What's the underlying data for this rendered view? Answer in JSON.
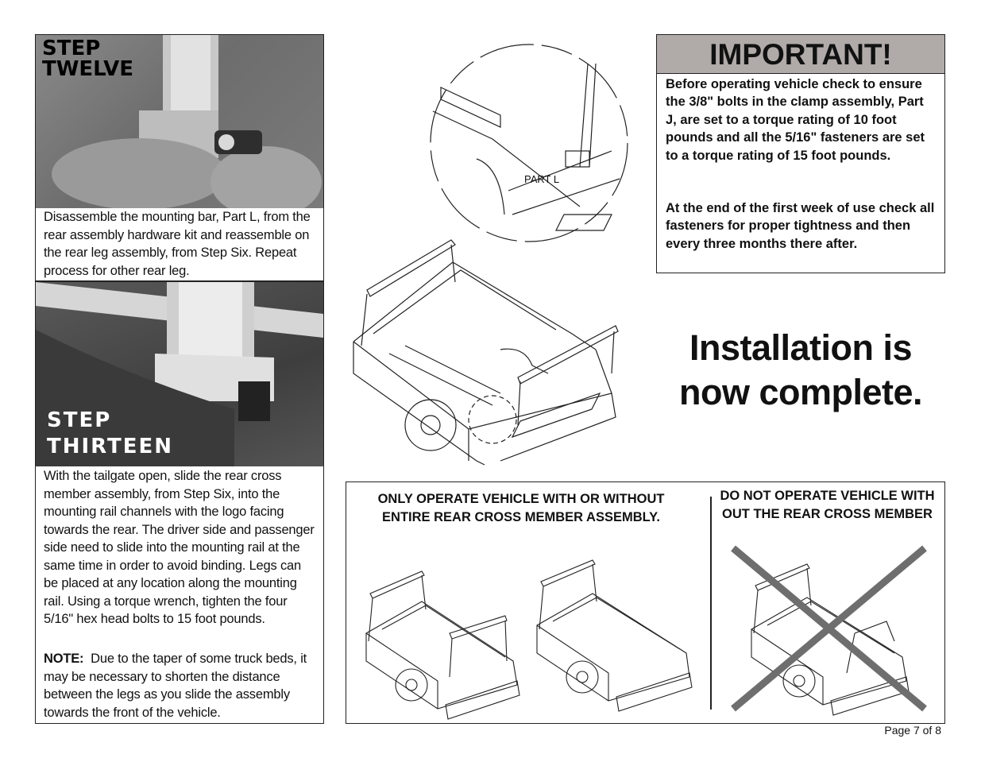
{
  "step_twelve": {
    "label_line1": "STEP",
    "label_line2": "TWELVE",
    "text": "Disassemble the mounting bar, Part L, from the rear assembly hardware kit and reassemble on the rear leg assembly, from Step Six.  Repeat process for other rear leg."
  },
  "step_thirteen": {
    "label_line1": "STEP",
    "label_line2": "THIRTEEN",
    "text": "With the tailgate open, slide the rear cross member assembly, from Step Six, into the mounting rail channels with the logo facing towards the rear.  The driver side and passenger side need to slide into the mounting rail at the same time in order to avoid binding.  Legs can be placed at any location along the mounting rail.  Using a torque wrench, tighten the four 5/16\" hex head bolts to 15 foot pounds.",
    "note_label": "NOTE:",
    "note_text": "Due to the taper of some truck beds, it may be necessary to shorten the distance between the legs as you slide the assembly towards the front of the vehicle."
  },
  "diagram": {
    "part_label": "PART L"
  },
  "important": {
    "title": "IMPORTANT!",
    "para1": "Before operating vehicle check to ensure the 3/8\" bolts in the clamp assembly, Part J, are set to a torque rating of 10 foot pounds and all the 5/16\" fasteners are set to a torque rating of 15 foot pounds.",
    "para2": "At the end of the first week of use check all fasteners for proper tightness and then every three months there after."
  },
  "completion": {
    "line1": "Installation is",
    "line2": "now complete."
  },
  "operation": {
    "ok_text": "ONLY OPERATE VEHICLE WITH OR WITHOUT ENTIRE REAR CROSS MEMBER ASSEMBLY.",
    "bad_text": "DO NOT OPERATE VEHICLE WITH OUT THE REAR CROSS MEMBER"
  },
  "footer": {
    "page": "Page 7 of 8"
  },
  "colors": {
    "important_header_bg": "#b0aaa8",
    "cross_color": "#6e6e6e"
  }
}
